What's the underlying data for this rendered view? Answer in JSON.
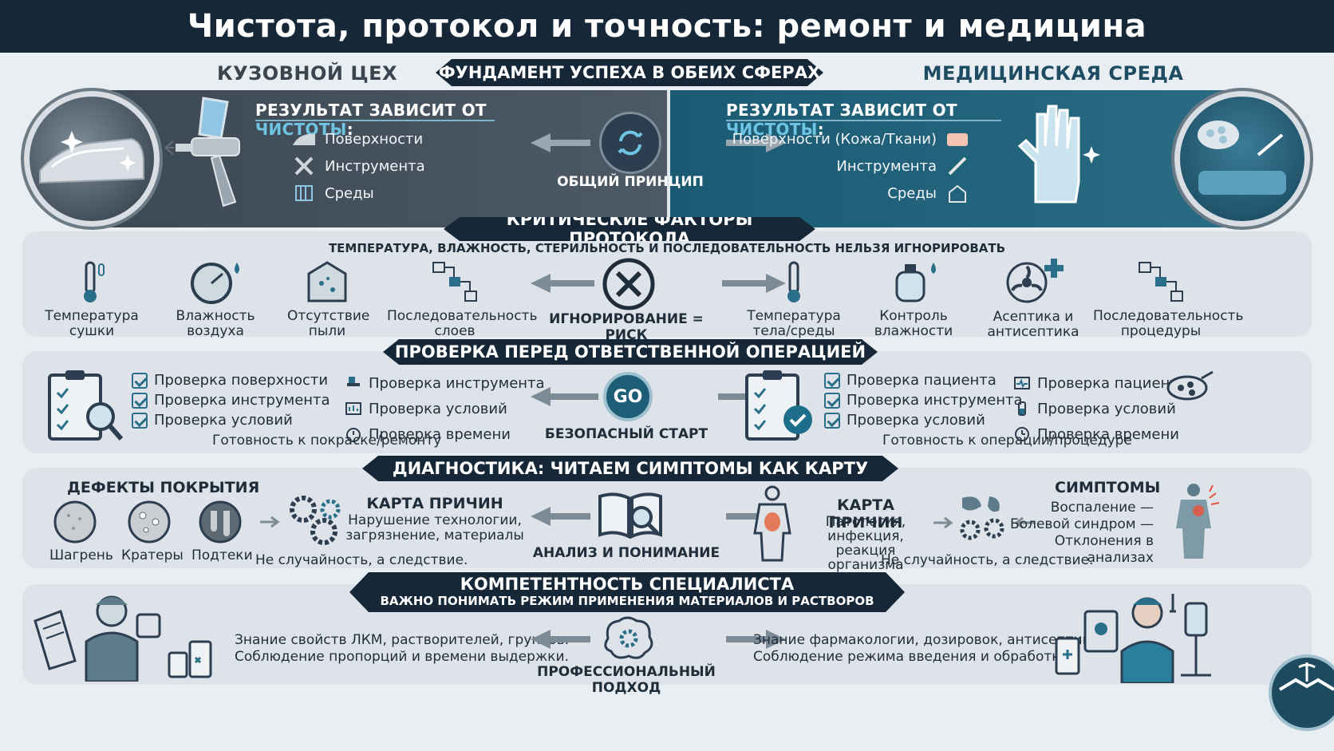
{
  "title": "Чистота, протокол и точность: ремонт и медицина",
  "top": {
    "left_title": "КУЗОВНОЙ ЦЕХ",
    "center_ribbon": "ФУНДАМЕНТ УСПЕХА В ОБЕИХ СФЕРАХ",
    "right_title": "МЕДИЦИНСКАЯ СРЕДА",
    "left_heading_prefix": "РЕЗУЛЬТАТ ЗАВИСИТ ОТ ",
    "left_heading_hl": "ЧИСТОТЫ",
    "left_heading_suffix": ":",
    "left_items": [
      "Поверхности",
      "Инструмента",
      "Среды"
    ],
    "right_heading_prefix": "РЕЗУЛЬТАТ ЗАВИСИТ ОТ ",
    "right_heading_hl": "ЧИСТОТЫ",
    "right_heading_suffix": ":",
    "right_items": [
      "Поверхности (Кожа/Ткани)",
      "Инструмента",
      "Среды"
    ],
    "center_label": "ОБЩИЙ ПРИНЦИП"
  },
  "protocol": {
    "ribbon": "КРИТИЧЕСКИЕ ФАКТОРЫ ПРОТОКОЛА",
    "subtitle": "ТЕМПЕРАТУРА, ВЛАЖНОСТЬ, СТЕРИЛЬНОСТЬ И ПОСЛЕДОВАТЕЛЬНОСТЬ НЕЛЬЗЯ ИГНОРИРОВАТЬ",
    "left": [
      {
        "l1": "Температура",
        "l2": "сушки"
      },
      {
        "l1": "Влажность",
        "l2": "воздуха"
      },
      {
        "l1": "Отсутствие",
        "l2": "пыли"
      },
      {
        "l1": "Последовательность",
        "l2": "слоев"
      }
    ],
    "center_label": "ИГНОРИРОВАНИЕ = РИСК",
    "right": [
      {
        "l1": "Температура",
        "l2": "тела/среды"
      },
      {
        "l1": "Контроль",
        "l2": "влажности"
      },
      {
        "l1": "Асептика и",
        "l2": "антисептика"
      },
      {
        "l1": "Последовательность",
        "l2": "процедуры"
      }
    ]
  },
  "check": {
    "ribbon": "ПРОВЕРКА ПЕРЕД ОТВЕТСТВЕННОЙ ОПЕРАЦИЕЙ",
    "left_col1": [
      "Проверка поверхности",
      "Проверка инструмента",
      "Проверка условий"
    ],
    "left_col2": [
      "Проверка инструмента",
      "Проверка условий",
      "Проверка времени"
    ],
    "left_footer": "Готовность к покраске/ремонту",
    "center_badge": "GO",
    "center_label": "БЕЗОПАСНЫЙ СТАРТ",
    "right_col1": [
      "Проверка пациента",
      "Проверка инструмента",
      "Проверка условий"
    ],
    "right_col2": [
      "Проверка пациента",
      "Проверка условий",
      "Проверка времени"
    ],
    "right_footer": "Готовность к операции/процедуре"
  },
  "diag": {
    "ribbon": "ДИАГНОСТИКА: ЧИТАЕМ СИМПТОМЫ КАК КАРТУ",
    "defects_title": "ДЕФЕКТЫ ПОКРЫТИЯ",
    "defects": [
      "Шагрень",
      "Кратеры",
      "Подтеки"
    ],
    "left_map_title": "КАРТА ПРИЧИН",
    "left_map_l1": "Нарушение технологии,",
    "left_map_l2": "загрязнение, материалы",
    "left_footer": "Не случайность, а следствие.",
    "center_label": "АНАЛИЗ И ПОНИМАНИЕ",
    "right_map_title": "КАРТА ПРИЧИН",
    "right_map_l1": "Патология,",
    "right_map_l2": "инфекция, реакция",
    "right_map_l3": "организма",
    "right_footer": "Не случайность, а следствие.",
    "symptoms_title": "СИМПТОМЫ",
    "symptoms": [
      "Воспаление",
      "Болевой синдром",
      "Отклонения в анализах"
    ]
  },
  "competence": {
    "ribbon_title": "КОМПЕТЕНТНОСТЬ СПЕЦИАЛИСТА",
    "ribbon_sub": "ВАЖНО ПОНИМАТЬ РЕЖИМ ПРИМЕНЕНИЯ МАТЕРИАЛОВ И РАСТВОРОВ",
    "left_l1": "Знание свойств ЛКМ, растворителей, грунтов.",
    "left_l2": "Соблюдение пропорций и времени выдержки.",
    "center_label": "ПРОФЕССИОНАЛЬНЫЙ ПОДХОД",
    "right_l1": "Знание фармакологии, дозировок, антисептиков.",
    "right_l2": "Соблюдение режима введения и обработки."
  }
}
